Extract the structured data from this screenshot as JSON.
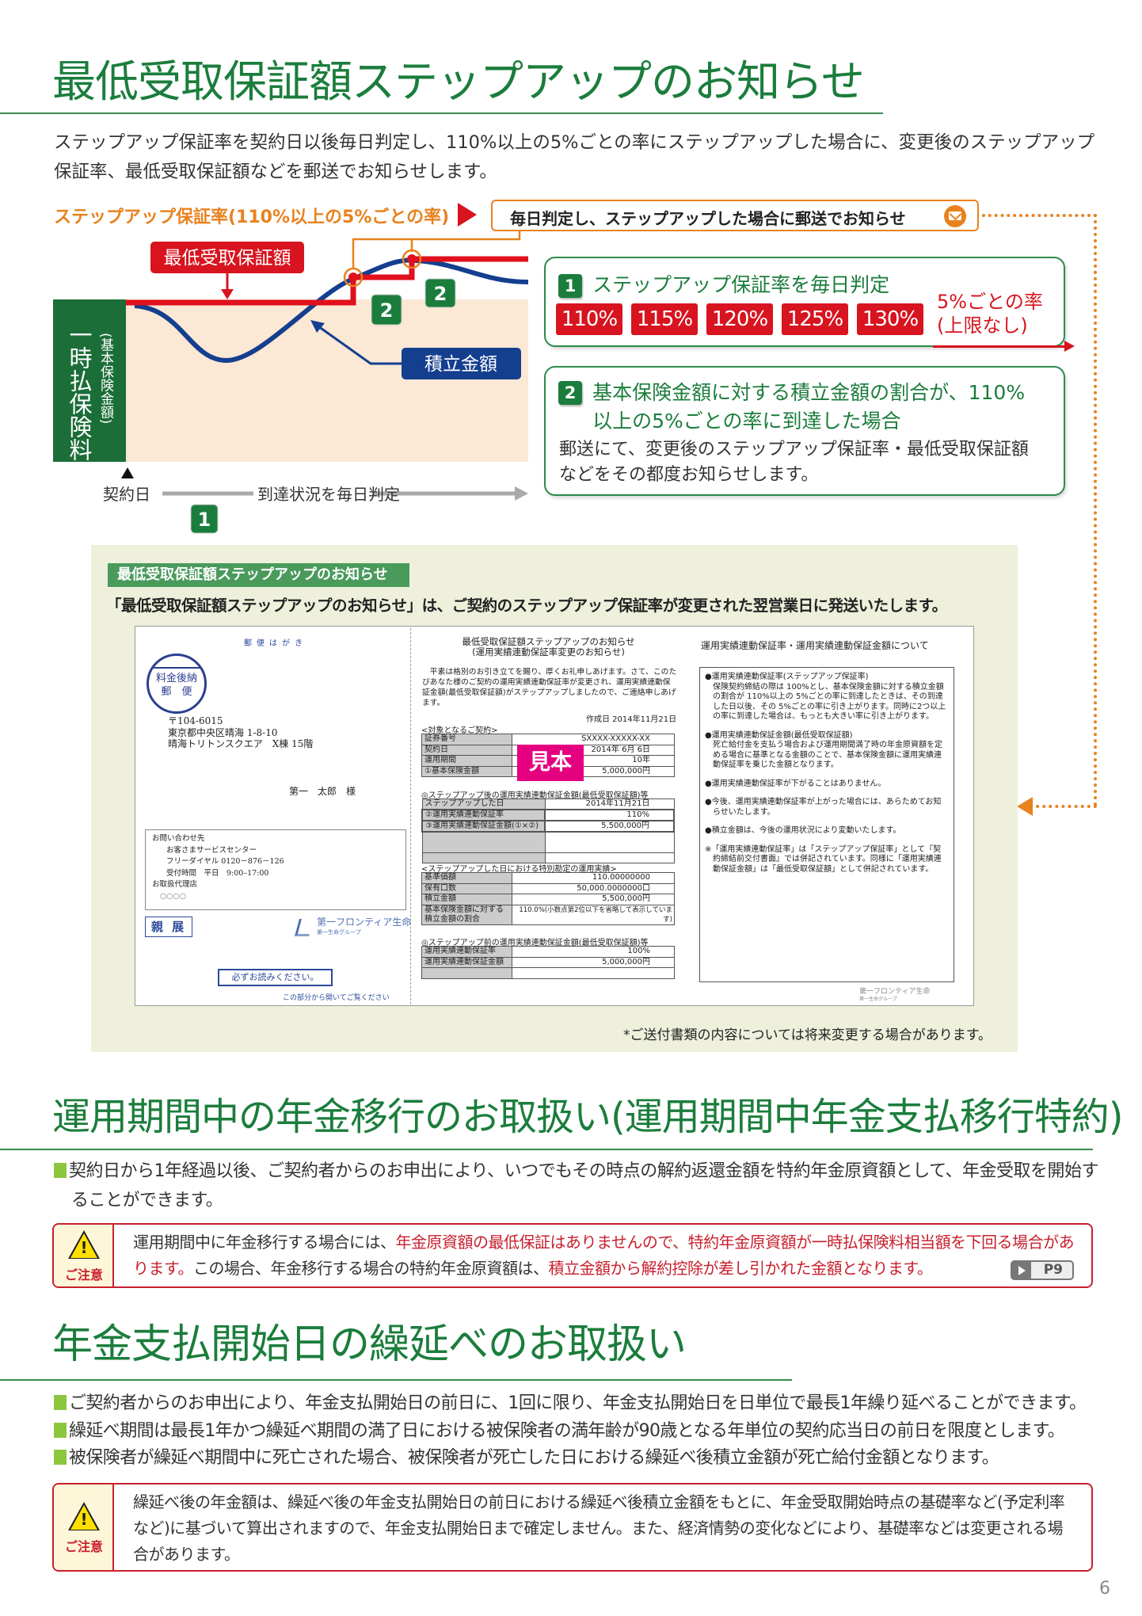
{
  "section1": {
    "title": "最低受取保証額ステップアップのお知らせ",
    "intro": "ステップアップ保証率を契約日以後毎日判定し、110%以上の5%ごとの率にステップアップした場合に、変更後のステップアップ保証率、最低受取保証額などを郵送でお知らせします。",
    "rate_heading": "ステップアップ保証率(110%以上の5%ごとの率)",
    "notice_box": "毎日判定し、ステップアップした場合に郵送でお知らせ",
    "diagram": {
      "min_guarantee_label": "最低受取保証額",
      "accumulated_label": "積立金額",
      "premium_label": "一時払保険料",
      "premium_sub": "(基本保険金額)",
      "contract_date": "契約日",
      "timeline_label": "到達状況を毎日判定",
      "badge1": "1",
      "badge2": "2"
    },
    "box1": {
      "num": "1",
      "title": "ステップアップ保証率を毎日判定",
      "rates": [
        "110%",
        "115%",
        "120%",
        "125%",
        "130%"
      ],
      "note_line1": "5%ごとの率",
      "note_line2": "(上限なし)"
    },
    "box2": {
      "num": "2",
      "title_line1": "基本保険金額に対する積立金額の割合が、110%",
      "title_line2": "以上の5%ごとの率に到達した場合",
      "body_line1": "郵送にて、変更後のステップアップ保証率・最低受取保証額",
      "body_line2": "などをその都度お知らせします。"
    },
    "colors": {
      "green": "#1b7d3c",
      "red": "#d7141f",
      "blue": "#143f8f",
      "orange": "#e8821e"
    }
  },
  "sample": {
    "label": "最低受取保証額ステップアップのお知らせ",
    "description": "「最低受取保証額ステップアップのお知らせ」は、ご契約のステップアップ保証率が変更された翌営業日に発送いたします。",
    "footnote": "*ご送付書類の内容については将来変更する場合があります。",
    "postcard": {
      "header": "郵便はがき",
      "stamp_line1": "料金後納",
      "stamp_line2": "郵　便",
      "address": [
        "〒104-6015",
        "東京都中央区晴海 1-8-10",
        "晴海トリトンスクエア　X棟 15階"
      ],
      "recipient": "第一　太郎　様",
      "contact": [
        "お問い合わせ先",
        "お客さまサービスセンター",
        "フリーダイヤル 0120－876－126",
        "受付時間　平日　9:00–17:00",
        "お取扱代理店",
        "○○○○"
      ],
      "confidential": "親 展",
      "company": "第一フロンティア生命",
      "company_sub": "第一生命グループ",
      "must_read": "必ずお読みください。",
      "open_here": "この部分から開いてご覧ください"
    },
    "letter": {
      "title_line1": "最低受取保証額ステップアップのお知らせ",
      "title_line2": "(運用実績連動保証率変更のお知らせ)",
      "body": "　平素は格別のお引き立てを賜り、厚くお礼申しあげます。さて、このたびあなた様のご契約の運用実績連動保証率が変更され、運用実績連動保証金額(最低受取保証額)がステップアップしましたので、ご連絡申しあげます。",
      "created": "作成日 2014年11月21日",
      "sample_stamp": "見本",
      "tables": [
        {
          "heading": "<対象となるご契約>",
          "rows": [
            [
              "証券番号",
              "SXXXX-XXXXX-XX"
            ],
            [
              "契約日",
              "2014年 6月 6日"
            ],
            [
              "運用期間",
              "10年"
            ],
            [
              "①基本保険金額",
              "5,000,000円"
            ]
          ]
        },
        {
          "heading": "◎ステップアップ後の運用実績連動保証金額(最低受取保証額)等",
          "rows": [
            [
              "ステップアップした日",
              "2014年11月21日"
            ],
            [
              "②運用実績連動保証率",
              "110%"
            ],
            [
              "③運用実績連動保証金額(①×②)",
              "5,500,000円"
            ],
            [
              "",
              ""
            ],
            [
              "",
              ""
            ]
          ]
        },
        {
          "heading": "<ステップアップした日における特別勘定の運用実績>",
          "rows": [
            [
              "基準価額",
              "110.00000000"
            ],
            [
              "保有口数",
              "50,000.0000000口"
            ],
            [
              "積立金額",
              "5,500,000円"
            ],
            [
              "基本保険金額に対する積立金額の割合",
              "110.0%(小数点第2位以下を省略して表示しています)"
            ]
          ]
        },
        {
          "heading": "◎ステップアップ前の運用実績連動保証金額(最低受取保証額)等",
          "rows": [
            [
              "運用実績連動保証率",
              "100%"
            ],
            [
              "運用実績連動保証金額",
              "5,000,000円"
            ],
            [
              "",
              ""
            ]
          ]
        }
      ]
    },
    "explanation": {
      "title": "運用実績連動保証率・運用実績連動保証金額について",
      "items": [
        "●運用実績連動保証率(ステップアップ保証率)\n保険契約締結の際は 100%とし、基本保険金額に対する積立金額の割合が 110%以上の 5%ごとの率に到達したときは、その到達した日以後、その 5%ごとの率に引き上がります。同時に2つ以上の率に到達した場合は、もっとも大きい率に引き上がります。",
        "●運用実績連動保証金額(最低受取保証額)\n死亡給付金を支払う場合および運用期間満了時の年金原資額を定める場合に基準となる金額のことで、基本保険金額に運用実績連動保証率を乗じた金額となります。",
        "●運用実績連動保証率が下がることはありません。",
        "●今後、運用実績連動保証率が上がった場合には、あらためてお知らせいたします。",
        "●積立金額は、今後の運用状況により変動いたします。",
        "※「運用実績連動保証率」は「ステップアップ保証率」として『契約締結前交付書面』では併記されています。同様に「運用実績連動保証金額」は「最低受取保証額」として併記されています。"
      ]
    }
  },
  "section2": {
    "title": "運用期間中の年金移行のお取扱い(運用期間中年金支払移行特約)",
    "bullet": "契約日から1年経過以後、ご契約者からのお申出により、いつでもその時点の解約返還金額を特約年金原資額として、年金受取を開始することができます。",
    "caution_label": "ご注意",
    "caution": {
      "p1": "運用期間中に年金移行する場合には、",
      "p2": "年金原資額の最低保証はありませんので、特約年金原資額が一時払保険料相当額を下回る場合があります。",
      "p3": "この場合、年金移行する場合の特約年金原資額は、",
      "p4": "積立金額から解約控除が差し引かれた金額となります。",
      "page_ref": "P9"
    }
  },
  "section3": {
    "title": "年金支払開始日の繰延べのお取扱い",
    "bullets": [
      "ご契約者からのお申出により、年金支払開始日の前日に、1回に限り、年金支払開始日を日単位で最長1年繰り延べることができます。",
      "繰延べ期間は最長1年かつ繰延べ期間の満了日における被保険者の満年齢が90歳となる年単位の契約応当日の前日を限度とします。",
      "被保険者が繰延べ期間中に死亡された場合、被保険者が死亡した日における繰延べ後積立金額が死亡給付金額となります。"
    ],
    "caution_label": "ご注意",
    "caution": "繰延べ後の年金額は、繰延べ後の年金支払開始日の前日における繰延べ後積立金額をもとに、年金受取開始時点の基礎率など(予定利率など)に基づいて算出されますので、年金支払開始日まで確定しません。また、経済情勢の変化などにより、基礎率などは変更される場合があります。"
  },
  "page_number": "6"
}
